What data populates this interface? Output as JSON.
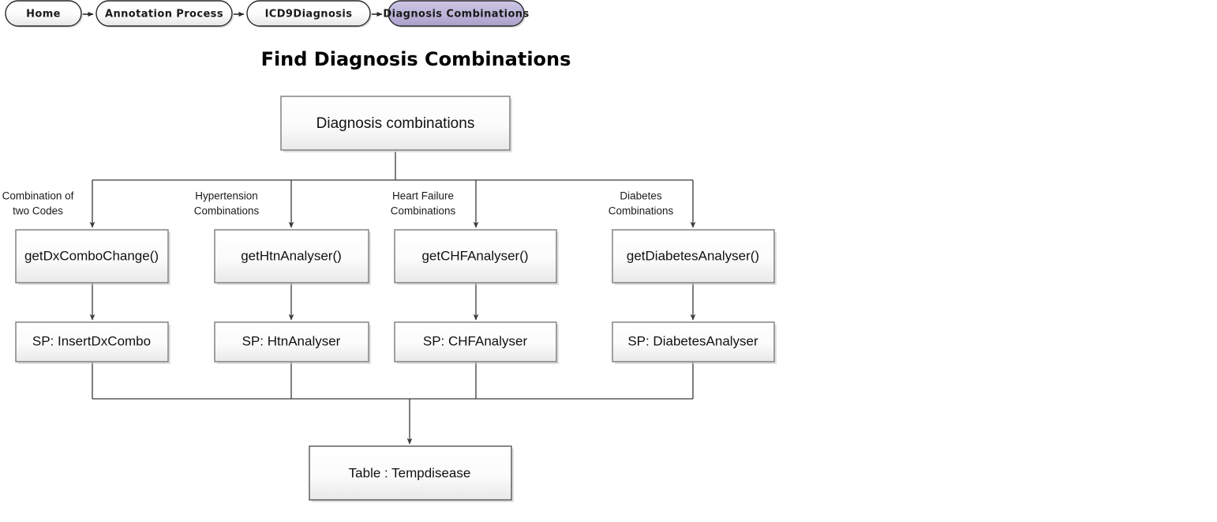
{
  "breadcrumb": {
    "separator_icon": "arrow-right-icon",
    "items": [
      {
        "label": "Home",
        "active": false
      },
      {
        "label": "Annotation Process",
        "active": false
      },
      {
        "label": "ICD9Diagnosis",
        "active": false
      },
      {
        "label": "Diagnosis Combinations",
        "active": true
      }
    ],
    "active_fill": "#b8b0d6",
    "inactive_fill": "#ffffff",
    "border_color": "#262626"
  },
  "page": {
    "title": "Find Diagnosis Combinations",
    "background": "#ffffff"
  },
  "diagram": {
    "node_fill_top": "#ffffff",
    "node_fill_bottom": "#ececec",
    "node_border": "#7a7a7a",
    "connector_color": "#3a3a3a",
    "root": {
      "label": "Diagnosis combinations"
    },
    "branches": [
      {
        "edge_label_line1": "Combination of",
        "edge_label_line2": "two Codes",
        "function": "getDxComboChange()",
        "procedure": "SP: InsertDxCombo"
      },
      {
        "edge_label_line1": "Hypertension",
        "edge_label_line2": "Combinations",
        "function": "getHtnAnalyser()",
        "procedure": "SP: HtnAnalyser"
      },
      {
        "edge_label_line1": "Heart Failure",
        "edge_label_line2": "Combinations",
        "function": "getCHFAnalyser()",
        "procedure": "SP: CHFAnalyser"
      },
      {
        "edge_label_line1": "Diabetes",
        "edge_label_line2": "Combinations",
        "function": "getDiabetesAnalyser()",
        "procedure": "SP: DiabetesAnalyser"
      }
    ],
    "sink": {
      "label": "Table : Tempdisease"
    }
  }
}
